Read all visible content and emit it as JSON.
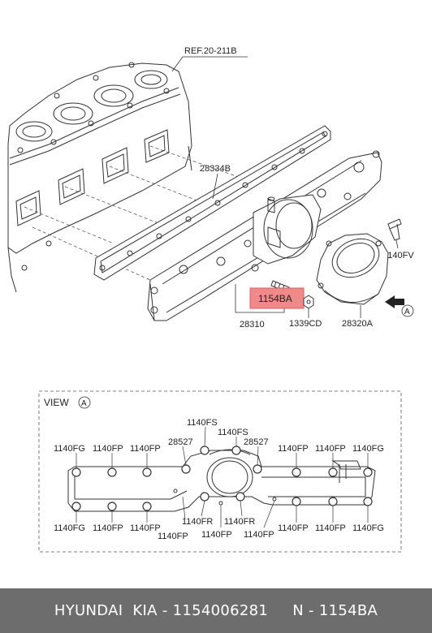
{
  "diagram": {
    "ref_label": "REF.20-211B",
    "parts": {
      "p28334B": "28334B",
      "p1140FV": "1140FV",
      "p1154BA": "1154BA",
      "p28310": "28310",
      "p1339CD": "1339CD",
      "p28320A": "28320A",
      "arrow_letter": "A"
    },
    "highlight_color": "#f08a8a",
    "view": {
      "title": "VIEW",
      "letter": "A",
      "top_labels": [
        "1140FG",
        "1140FP",
        "1140FP",
        "28527",
        "1140FS",
        "1140FS",
        "28527",
        "1140FP",
        "1140FP",
        "1140FG"
      ],
      "bottom_labels": [
        "1140FG",
        "1140FP",
        "1140FP",
        "1140FP",
        "1140FR",
        "1140FP",
        "1140FR",
        "1140FP",
        "1140FP",
        "1140FP",
        "1140FG"
      ]
    }
  },
  "footer": {
    "brand": "HYUNDAI  KIA",
    "sep1": " - ",
    "part_number": "1154006281",
    "sep2": "     N - ",
    "code": "1154BA"
  }
}
